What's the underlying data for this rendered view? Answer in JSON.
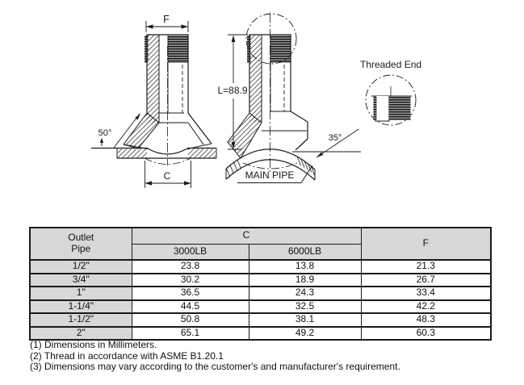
{
  "drawing": {
    "labels": {
      "f": "F",
      "angle_flank": "50°",
      "c": "C",
      "length": "L=88.9",
      "angle_branch": "35°",
      "main_pipe": "MAIN PIPE",
      "threaded_end": "Threaded End"
    }
  },
  "table": {
    "headers": {
      "outlet_pipe": "Outlet\nPipe",
      "c": "C",
      "class_3000": "3000LB",
      "class_6000": "6000LB",
      "f": "F"
    },
    "rows": [
      {
        "outlet": "1/2\"",
        "c3000": "23.8",
        "c6000": "13.8",
        "f": "21.3"
      },
      {
        "outlet": "3/4\"",
        "c3000": "30.2",
        "c6000": "18.9",
        "f": "26.7"
      },
      {
        "outlet": "1\"",
        "c3000": "36.5",
        "c6000": "24.3",
        "f": "33.4"
      },
      {
        "outlet": "1-1/4\"",
        "c3000": "44.5",
        "c6000": "32.5",
        "f": "42.2"
      },
      {
        "outlet": "1-1/2\"",
        "c3000": "50.8",
        "c6000": "38.1",
        "f": "48.3"
      },
      {
        "outlet": "2\"",
        "c3000": "65.1",
        "c6000": "49.2",
        "f": "60.3"
      }
    ]
  },
  "notes": [
    "(1) Dimensions in Millimeters.",
    "(2) Thread in accordance with ASME B1.20.1",
    "(3) Dimensions may vary according to the customer's and manufacturer's requirement."
  ],
  "colors": {
    "line": "#1a1a1a",
    "table_header_bg": "#d8d8d8",
    "background": "#ffffff"
  }
}
